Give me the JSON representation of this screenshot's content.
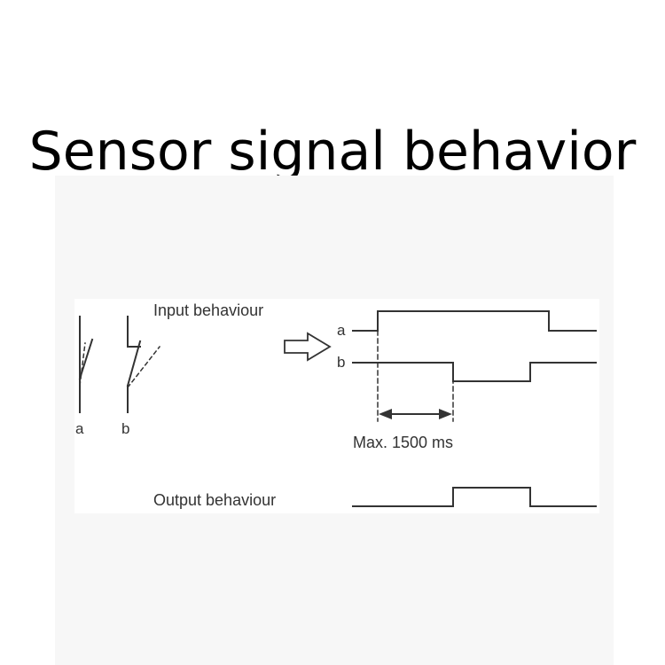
{
  "title": "Sensor signal behavior",
  "diagram": {
    "input_label": "Input behaviour",
    "output_label": "Output behaviour",
    "switch_a_label": "a",
    "switch_b_label": "b",
    "channel_a_label": "a",
    "channel_b_label": "b",
    "timing_label": "Max. 1500 ms"
  }
}
